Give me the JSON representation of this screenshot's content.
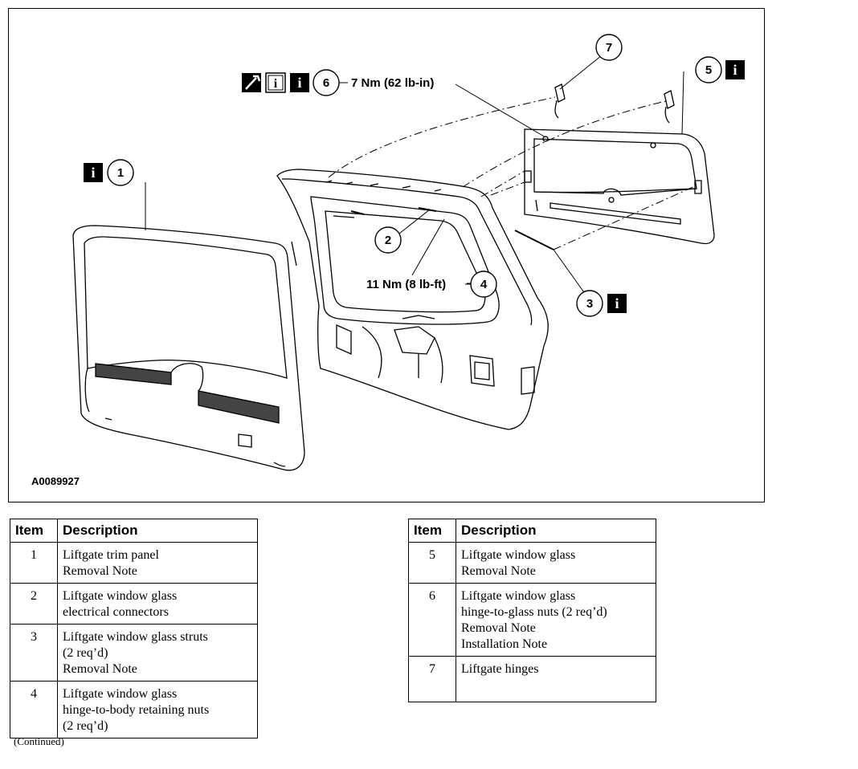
{
  "figure": {
    "id": "A0089927",
    "callouts": [
      {
        "number": "1",
        "label": ""
      },
      {
        "number": "2",
        "label": ""
      },
      {
        "number": "3",
        "label": ""
      },
      {
        "number": "4",
        "label": "11 Nm (8 lb-ft)"
      },
      {
        "number": "5",
        "label": ""
      },
      {
        "number": "6",
        "label": "7 Nm (62 lb-in)"
      },
      {
        "number": "7",
        "label": ""
      }
    ],
    "info_icon_glyph": "i",
    "icons": [
      "info-icon",
      "torque-wrench-icon"
    ]
  },
  "table_headers": {
    "item": "Item",
    "description": "Description"
  },
  "left_table": [
    {
      "item": "1",
      "lines": [
        "Liftgate trim panel",
        "Removal Note"
      ]
    },
    {
      "item": "2",
      "lines": [
        "Liftgate window glass",
        "electrical connectors"
      ]
    },
    {
      "item": "3",
      "lines": [
        "Liftgate window glass struts",
        "(2 req’d)",
        "Removal Note"
      ]
    },
    {
      "item": "4",
      "lines": [
        "Liftgate window glass",
        "hinge-to-body retaining nuts",
        "(2 req’d)"
      ]
    }
  ],
  "right_table": [
    {
      "item": "5",
      "lines": [
        "Liftgate window glass",
        "Removal Note"
      ]
    },
    {
      "item": "6",
      "lines": [
        "Liftgate window glass",
        "hinge-to-glass nuts (2 req’d)",
        "Removal Note",
        "Installation Note"
      ]
    },
    {
      "item": "7",
      "lines": [
        "Liftgate hinges"
      ]
    }
  ],
  "footer": {
    "continued": "(Continued)"
  }
}
